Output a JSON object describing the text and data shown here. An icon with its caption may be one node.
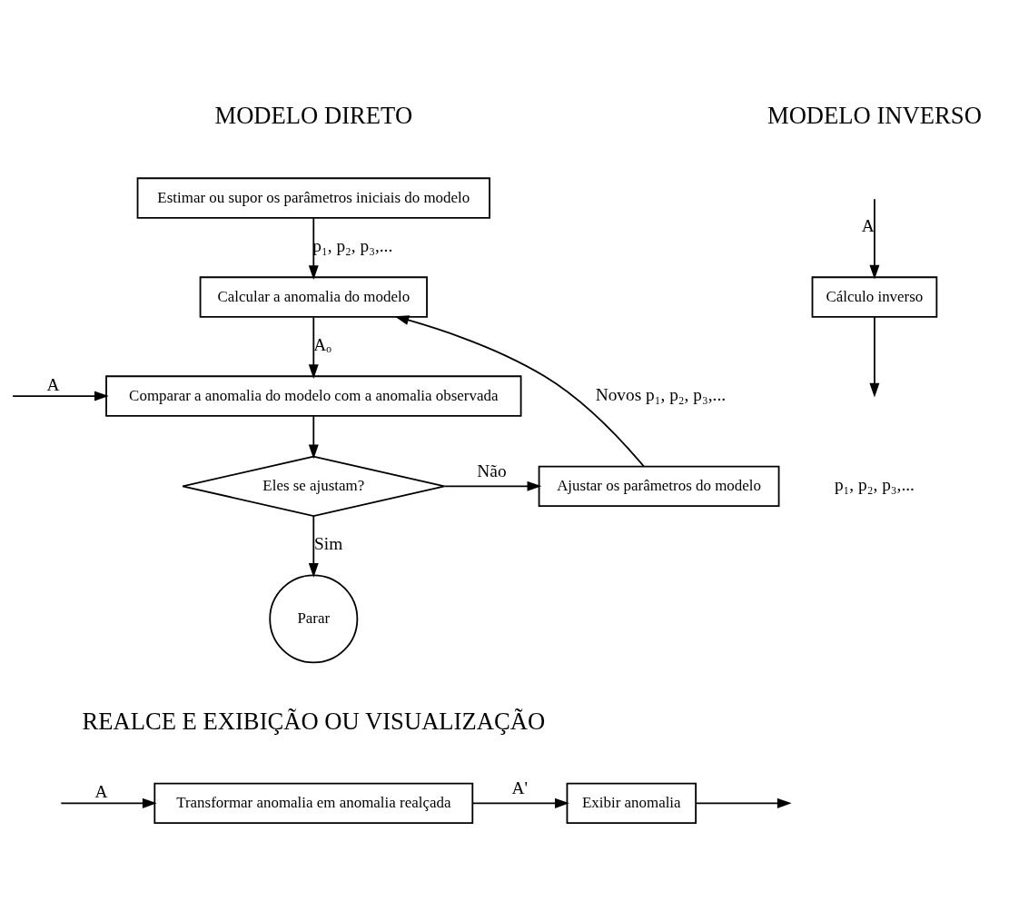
{
  "diagram": {
    "nodes": [
      {
        "text": [
          "Estimar ou supor os parâmetros iniciais do modelo"
        ]
      },
      {
        "text": [
          "Calcular a anomalia do modelo"
        ]
      },
      {
        "text": [
          "Comparar a anomalia do modelo com a anomalia observada"
        ]
      },
      {
        "text": [
          "Eles se ajustam?"
        ]
      },
      {
        "text": [
          "Ajustar os parâmetros do modelo"
        ]
      },
      {
        "text": [
          "Parar"
        ]
      },
      {
        "text": [
          "Cálculo inverso"
        ]
      },
      {
        "text": [
          "Transformar anomalia em anomalia realçada"
        ]
      },
      {
        "text": [
          "Exibir anomalia"
        ]
      }
    ],
    "edges": [
      {
        "from": 0,
        "to": 1,
        "arrow": "to",
        "label": "p₁, p₂, p₃,..."
      },
      {
        "from": 1,
        "to": 2,
        "arrow": "to",
        "label": "Aₒ"
      },
      {
        "from": null,
        "to": 2,
        "arrow": "to",
        "label": "A"
      },
      {
        "from": 2,
        "to": 3,
        "arrow": "to"
      },
      {
        "from": 3,
        "to": 4,
        "arrow": "to",
        "label": "Não"
      },
      {
        "from": 4,
        "to": 1,
        "arrow": "to",
        "label": "Novos p₁, p₂, p₃,..."
      },
      {
        "from": 3,
        "to": 5,
        "arrow": "to",
        "label": "Sim"
      },
      {
        "from": null,
        "to": 6,
        "arrow": "to",
        "label": "A"
      },
      {
        "from": 6,
        "to": null,
        "arrow": "to"
      },
      {
        "from": null,
        "to": 7,
        "arrow": "to",
        "label": "A"
      },
      {
        "from": 7,
        "to": 8,
        "arrow": "to",
        "label": "A'"
      },
      {
        "from": 8,
        "to": null,
        "arrow": "to"
      }
    ],
    "labels": [
      "MODELO DIRETO",
      "MODELO INVERSO",
      "p₁, p₂, p₃,...",
      "REALCE E EXIBIÇÃO OU VISUALIZAÇÃO"
    ]
  }
}
